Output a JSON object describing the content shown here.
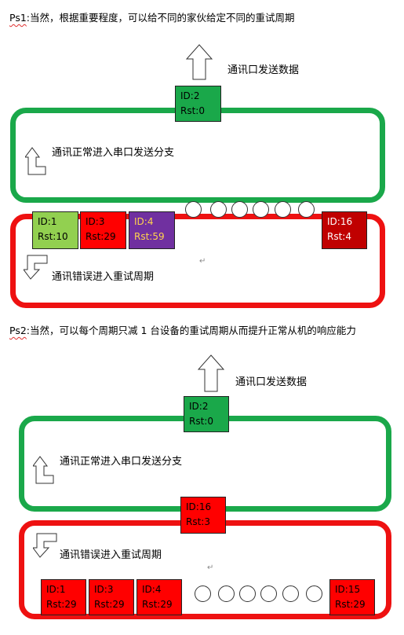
{
  "diagram1": {
    "note_prefix": "Ps1",
    "note_text": ":当然，根据重要程度，可以给不同的家伙给定不同的重试周期",
    "top_caption": "通讯口发送数据",
    "green_label": "通讯正常进入串口发送分支",
    "red_label": "通讯错误进入重试周期",
    "sending": {
      "id": "ID:2",
      "rst": "Rst:0"
    },
    "retry_boxes": [
      {
        "id": "ID:1",
        "rst": "Rst:10",
        "color": "#92d050"
      },
      {
        "id": "ID:3",
        "rst": "Rst:29",
        "color": "#ff0000"
      },
      {
        "id": "ID:4",
        "rst": "Rst:59",
        "color": "#7030a0"
      },
      {
        "id": "ID:16",
        "rst": "Rst:4",
        "color": "#c00000"
      }
    ]
  },
  "diagram2": {
    "note_prefix": "Ps2",
    "note_text": ":当然，可以每个周期只减 1 台设备的重试周期从而提升正常从机的响应能力",
    "top_caption": "通讯口发送数据",
    "green_label": "通讯正常进入串口发送分支",
    "red_label": "通讯错误进入重试周期",
    "sending": {
      "id": "ID:2",
      "rst": "Rst:0"
    },
    "transition": {
      "id": "ID:16",
      "rst": "Rst:3"
    },
    "retry_boxes": [
      {
        "id": "ID:1",
        "rst": "Rst:29",
        "color": "#ff0000"
      },
      {
        "id": "ID:3",
        "rst": "Rst:29",
        "color": "#ff0000"
      },
      {
        "id": "ID:4",
        "rst": "Rst:29",
        "color": "#ff0000"
      },
      {
        "id": "ID:15",
        "rst": "Rst:29",
        "color": "#ff0000"
      }
    ]
  },
  "colors": {
    "green_ring": "#1aa84a",
    "red_ring": "#ee1111",
    "send_box": "#1aa84a"
  }
}
